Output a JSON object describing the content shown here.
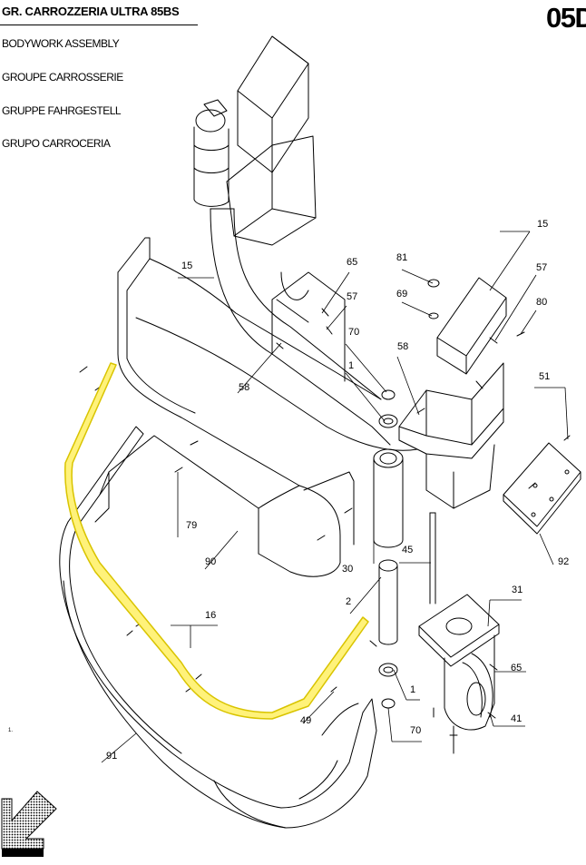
{
  "header": {
    "title": "GR. CARROZZERIA ULTRA 85BS",
    "code": "05D"
  },
  "subtitles": [
    "BODYWORK ASSEMBLY",
    "GROUPE CARROSSERIE",
    "GRUPPE FAHRGESTELL",
    "GRUPO CARROCERIA"
  ],
  "callouts": [
    "15",
    "65",
    "57",
    "70",
    "1",
    "58",
    "81",
    "69",
    "15",
    "57",
    "80",
    "58",
    "51",
    "79",
    "90",
    "30",
    "45",
    "2",
    "92",
    "31",
    "16",
    "65",
    "1",
    "49",
    "70",
    "41",
    "91"
  ],
  "footnote": "1.",
  "colors": {
    "line": "#000000",
    "highlight_stroke": "#d9c400",
    "highlight_fill": "#fff27a"
  },
  "icons": [
    "direction-arrow-icon"
  ]
}
